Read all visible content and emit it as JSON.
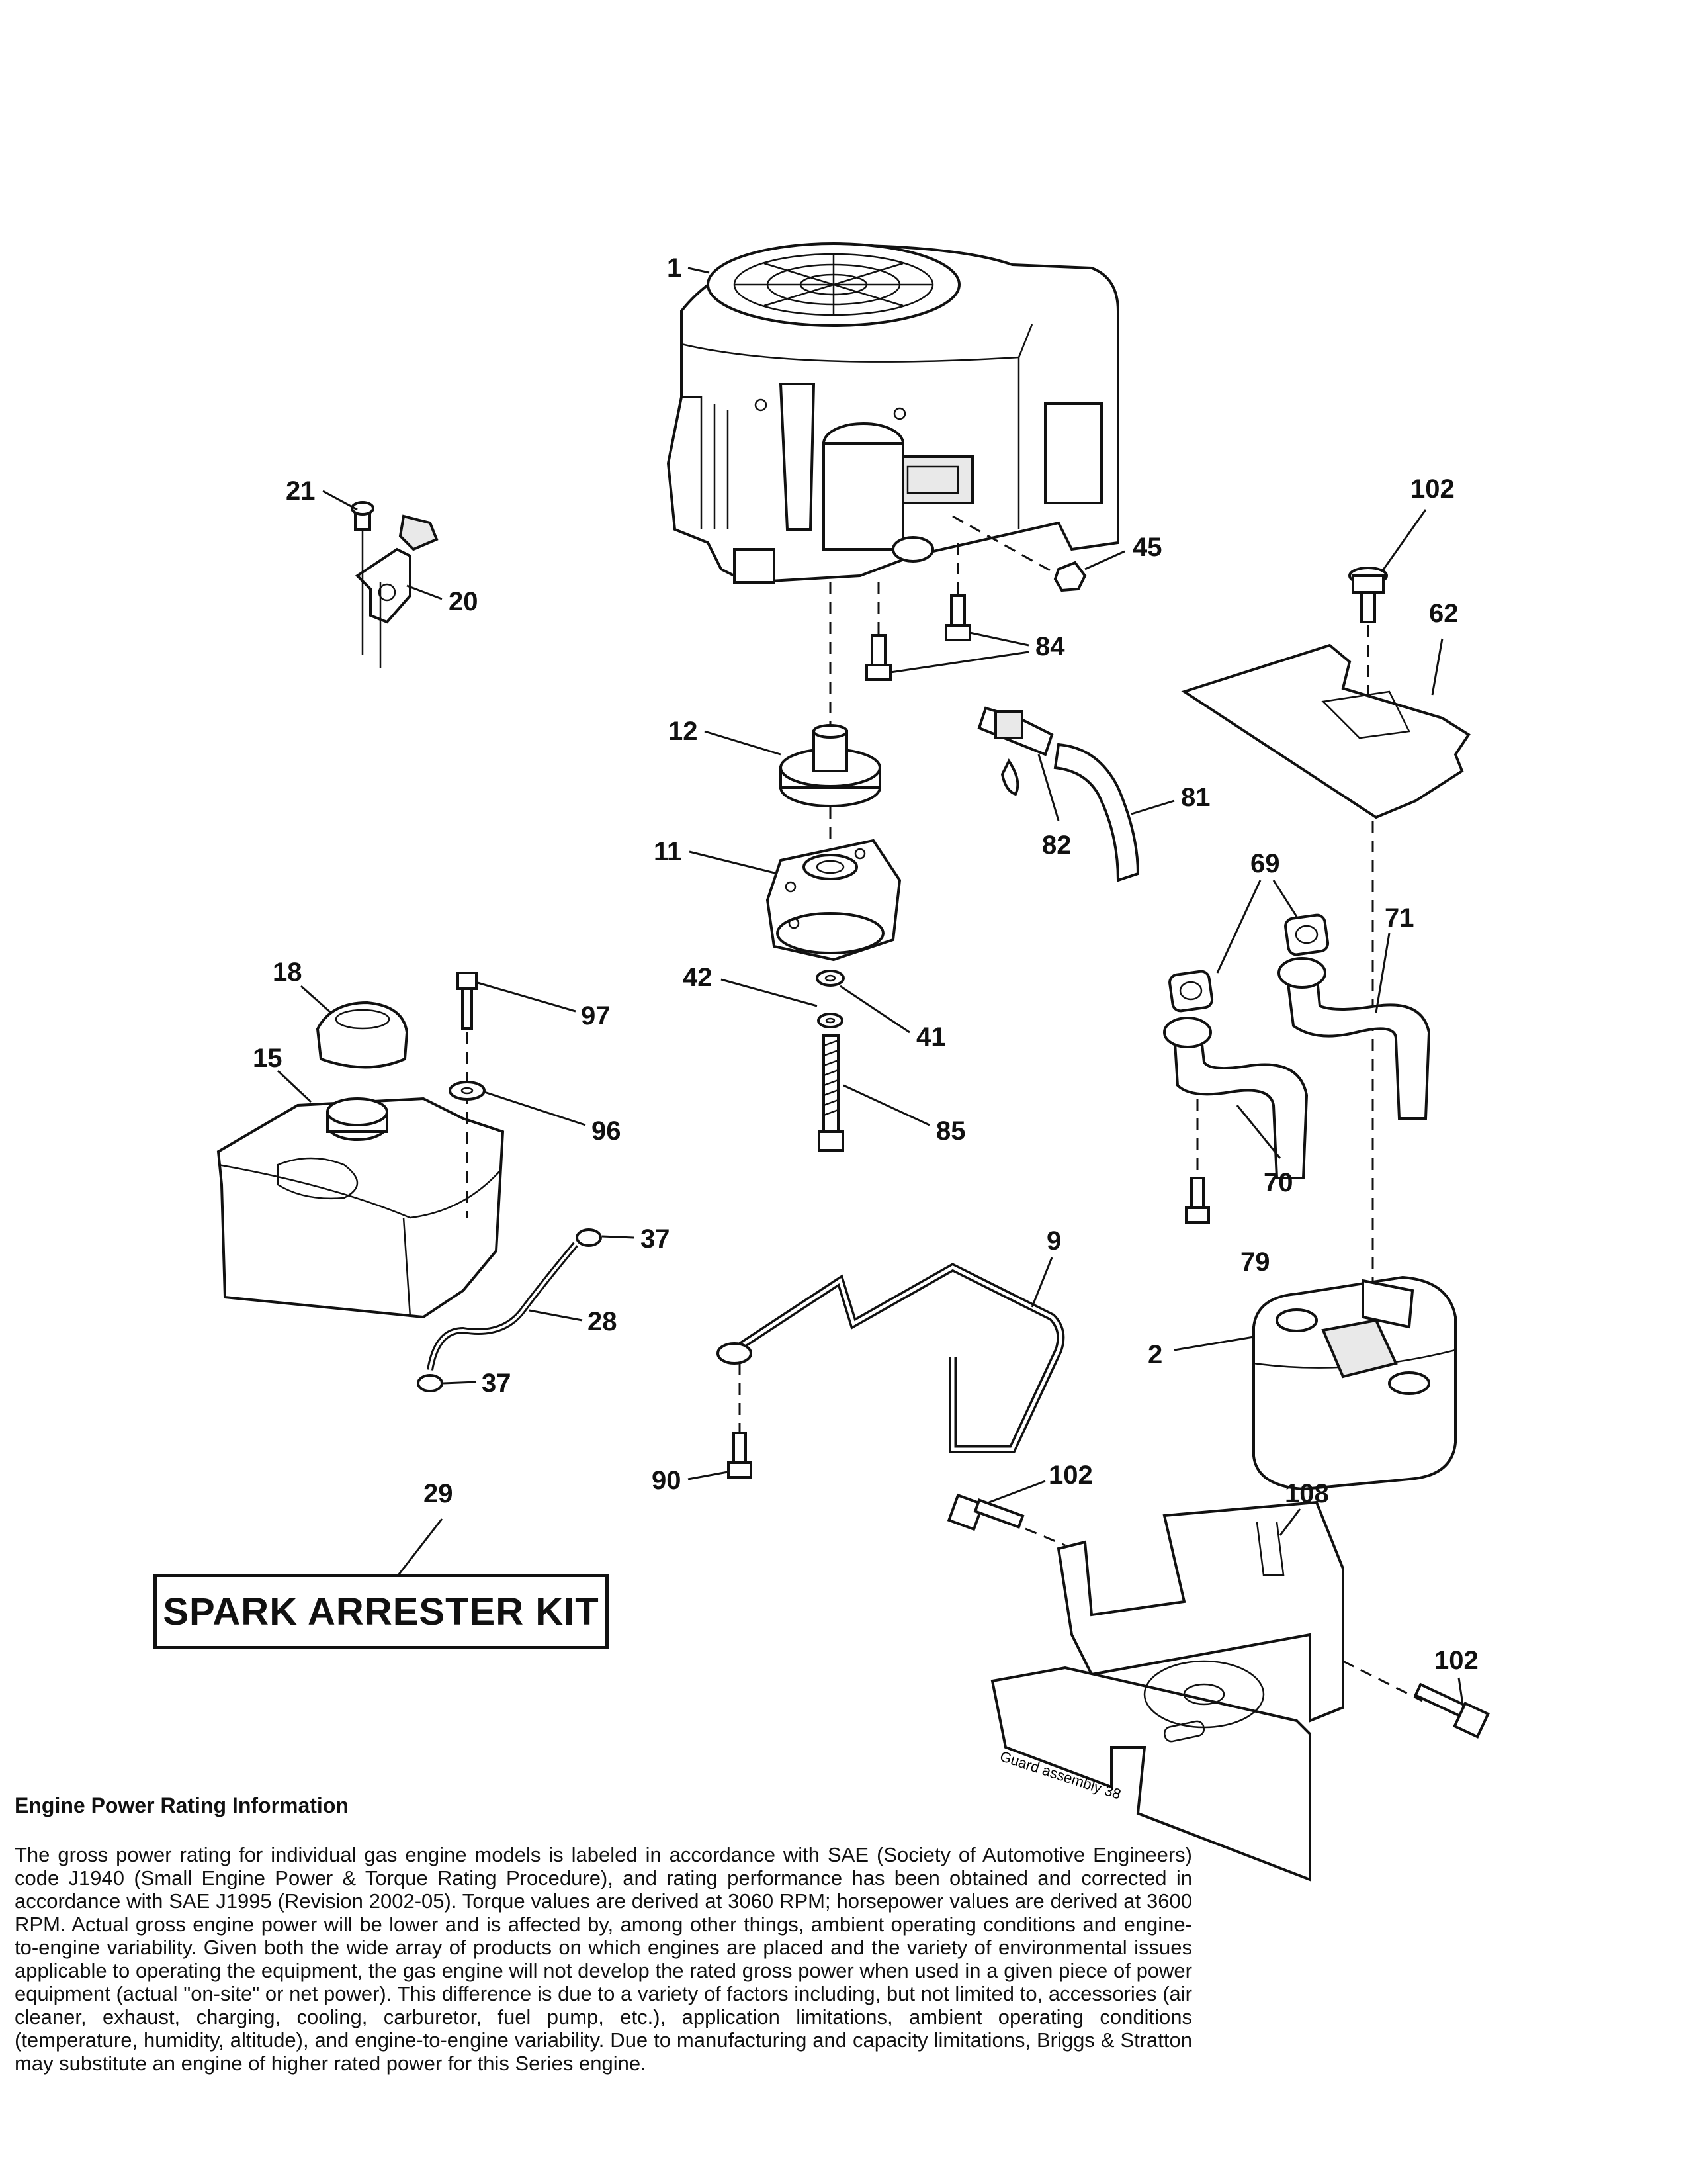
{
  "diagram": {
    "callouts": {
      "c1": "1",
      "c2": "2",
      "c9": "9",
      "c11": "11",
      "c12": "12",
      "c15": "15",
      "c18": "18",
      "c20": "20",
      "c21": "21",
      "c28": "28",
      "c29": "29",
      "c37a": "37",
      "c37b": "37",
      "c41": "41",
      "c42": "42",
      "c45": "45",
      "c62": "62",
      "c69": "69",
      "c70": "70",
      "c71": "71",
      "c79": "79",
      "c81": "81",
      "c82": "82",
      "c84": "84",
      "c85": "85",
      "c90": "90",
      "c96": "96",
      "c97": "97",
      "c102a": "102",
      "c102b": "102",
      "c102c": "102",
      "c108": "108"
    },
    "guard_label": "Guard assembly 38",
    "spark_arrester_label": "SPARK ARRESTER KIT"
  },
  "info": {
    "title": "Engine Power Rating Information",
    "body": "The gross power rating for individual gas engine models is labeled in accordance with SAE (Society of Automotive Engineers) code J1940 (Small Engine Power & Torque Rating Procedure), and rating performance has been obtained and corrected in accordance with SAE J1995 (Revision 2002-05). Torque values are derived at 3060 RPM; horsepower values are derived at 3600 RPM. Actual gross engine power will be lower and is affected by, among other things, ambient operating conditions and engine-to-engine variability. Given both the wide array of products on which engines are placed and the variety of environmental issues applicable to operating the equipment, the gas engine will not develop the rated gross power when used in a given piece of power equipment (actual \"on-site\" or net power). This difference is due to a variety of factors including, but not limited to, accessories (air cleaner, exhaust, charging, cooling, carburetor, fuel pump, etc.), application limitations, ambient operating conditions (temperature, humidity, altitude), and engine-to-engine variability. Due to manufacturing and capacity limitations, Briggs & Stratton may substitute an engine of higher rated power for this Series engine."
  }
}
